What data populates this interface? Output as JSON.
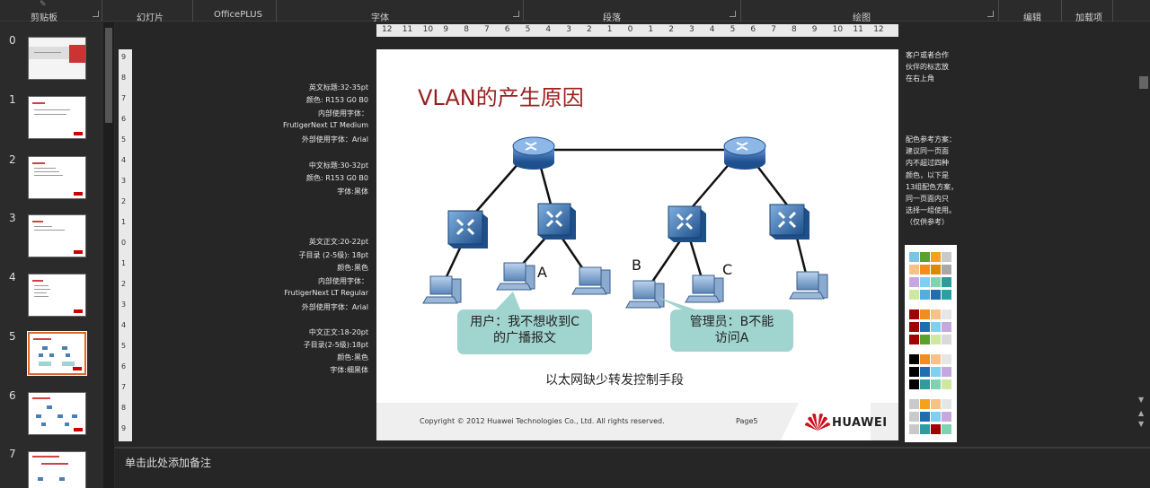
{
  "ribbon": {
    "groups": [
      "剪贴板",
      "幻灯片",
      "OfficePLUS",
      "字体",
      "段落",
      "绘图",
      "编辑",
      "加载项"
    ]
  },
  "thumbnails": {
    "numbers": [
      "0",
      "1",
      "2",
      "3",
      "4",
      "5",
      "6",
      "7"
    ],
    "selected_index": 5
  },
  "rulers": {
    "horizontal": [
      "12",
      "11",
      "10",
      "9",
      "8",
      "7",
      "6",
      "5",
      "4",
      "3",
      "2",
      "1",
      "0",
      "1",
      "2",
      "3",
      "4",
      "5",
      "6",
      "7",
      "8",
      "9",
      "10",
      "11",
      "12"
    ],
    "vertical": [
      "9",
      "8",
      "7",
      "6",
      "5",
      "4",
      "3",
      "2",
      "1",
      "0",
      "1",
      "2",
      "3",
      "4",
      "5",
      "6",
      "7",
      "8",
      "9"
    ]
  },
  "left_notes": [
    "英文标题:32-35pt",
    "颜色: R153 G0 B0",
    "内部使用字体：",
    "FrutigerNext LT Medium",
    "外部使用字体：Arial",
    "中文标题:30-32pt",
    "颜色: R153 G0 B0",
    "字体:黑体",
    "英文正文:20-22pt",
    "子目录 (2-5级): 18pt",
    "颜色:黑色",
    "内部使用字体：",
    "FrutigerNext LT Regular",
    "外部使用字体：Arial",
    "中文正文:18-20pt",
    "子目录(2-5级):18pt",
    "颜色:黑色",
    "字体:细黑体"
  ],
  "right_notes": {
    "logo_note": [
      "客户或者合作",
      "伙伴的标志放",
      "在右上角"
    ],
    "color_note": [
      "配色参考方案：",
      "建议同一页面",
      "内不超过四种",
      "颜色，以下是",
      "13组配色方案，",
      "同一页面内只",
      "选择一组使用。",
      "（仅供参考）"
    ]
  },
  "slide": {
    "title": "VLAN的产生原因",
    "label_a": "A",
    "label_b": "B",
    "label_c": "C",
    "callout_user_line1": "用户：我不想收到C",
    "callout_user_line2": "的广播报文",
    "callout_admin_line1": "管理员：B不能",
    "callout_admin_line2": "访问A",
    "subtitle": "以太网缺少转发控制手段",
    "copyright": "Copyright © 2012 Huawei Technologies Co., Ltd. All rights reserved.",
    "page": "Page5",
    "brand": "HUAWEI"
  },
  "notes": {
    "placeholder": "单击此处添加备注"
  },
  "colors": {
    "title_red": "#991f1f",
    "callout": "#9fd4cf",
    "selected_thumb": "#d9692a"
  }
}
